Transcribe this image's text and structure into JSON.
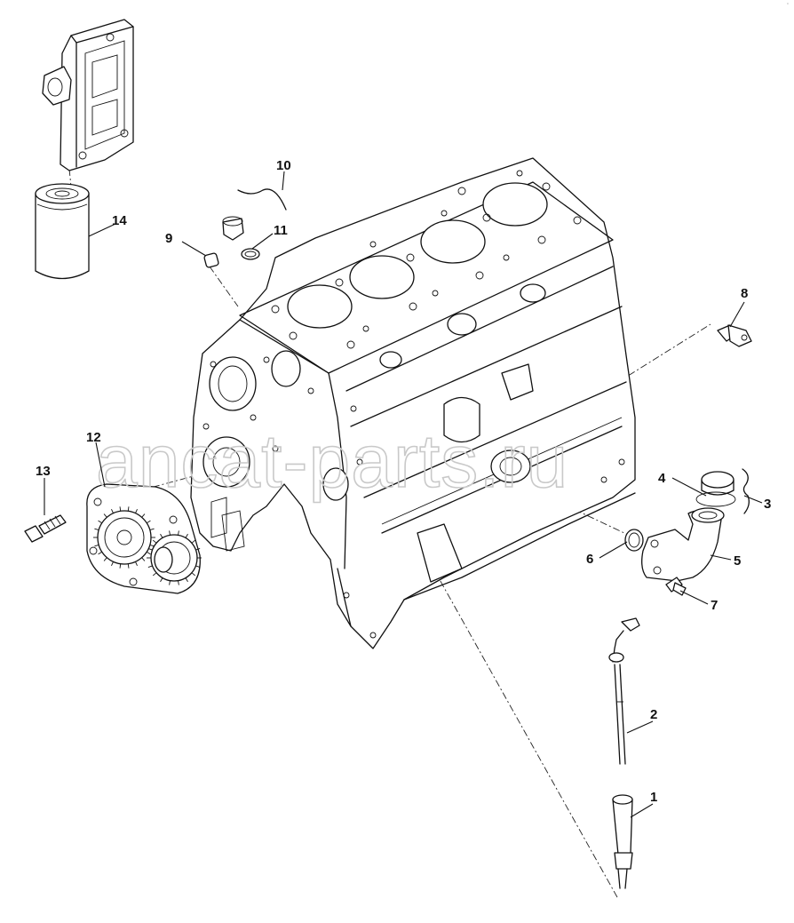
{
  "diagram": {
    "watermark": "ancat-parts.ru",
    "callouts": [
      {
        "id": "1",
        "label": "1"
      },
      {
        "id": "2",
        "label": "2"
      },
      {
        "id": "3",
        "label": "3"
      },
      {
        "id": "4",
        "label": "4"
      },
      {
        "id": "5",
        "label": "5"
      },
      {
        "id": "6",
        "label": "6"
      },
      {
        "id": "7",
        "label": "7"
      },
      {
        "id": "8",
        "label": "8"
      },
      {
        "id": "9",
        "label": "9"
      },
      {
        "id": "10",
        "label": "10"
      },
      {
        "id": "11",
        "label": "11"
      },
      {
        "id": "12",
        "label": "12"
      },
      {
        "id": "13",
        "label": "13"
      },
      {
        "id": "14",
        "label": "14"
      }
    ]
  }
}
